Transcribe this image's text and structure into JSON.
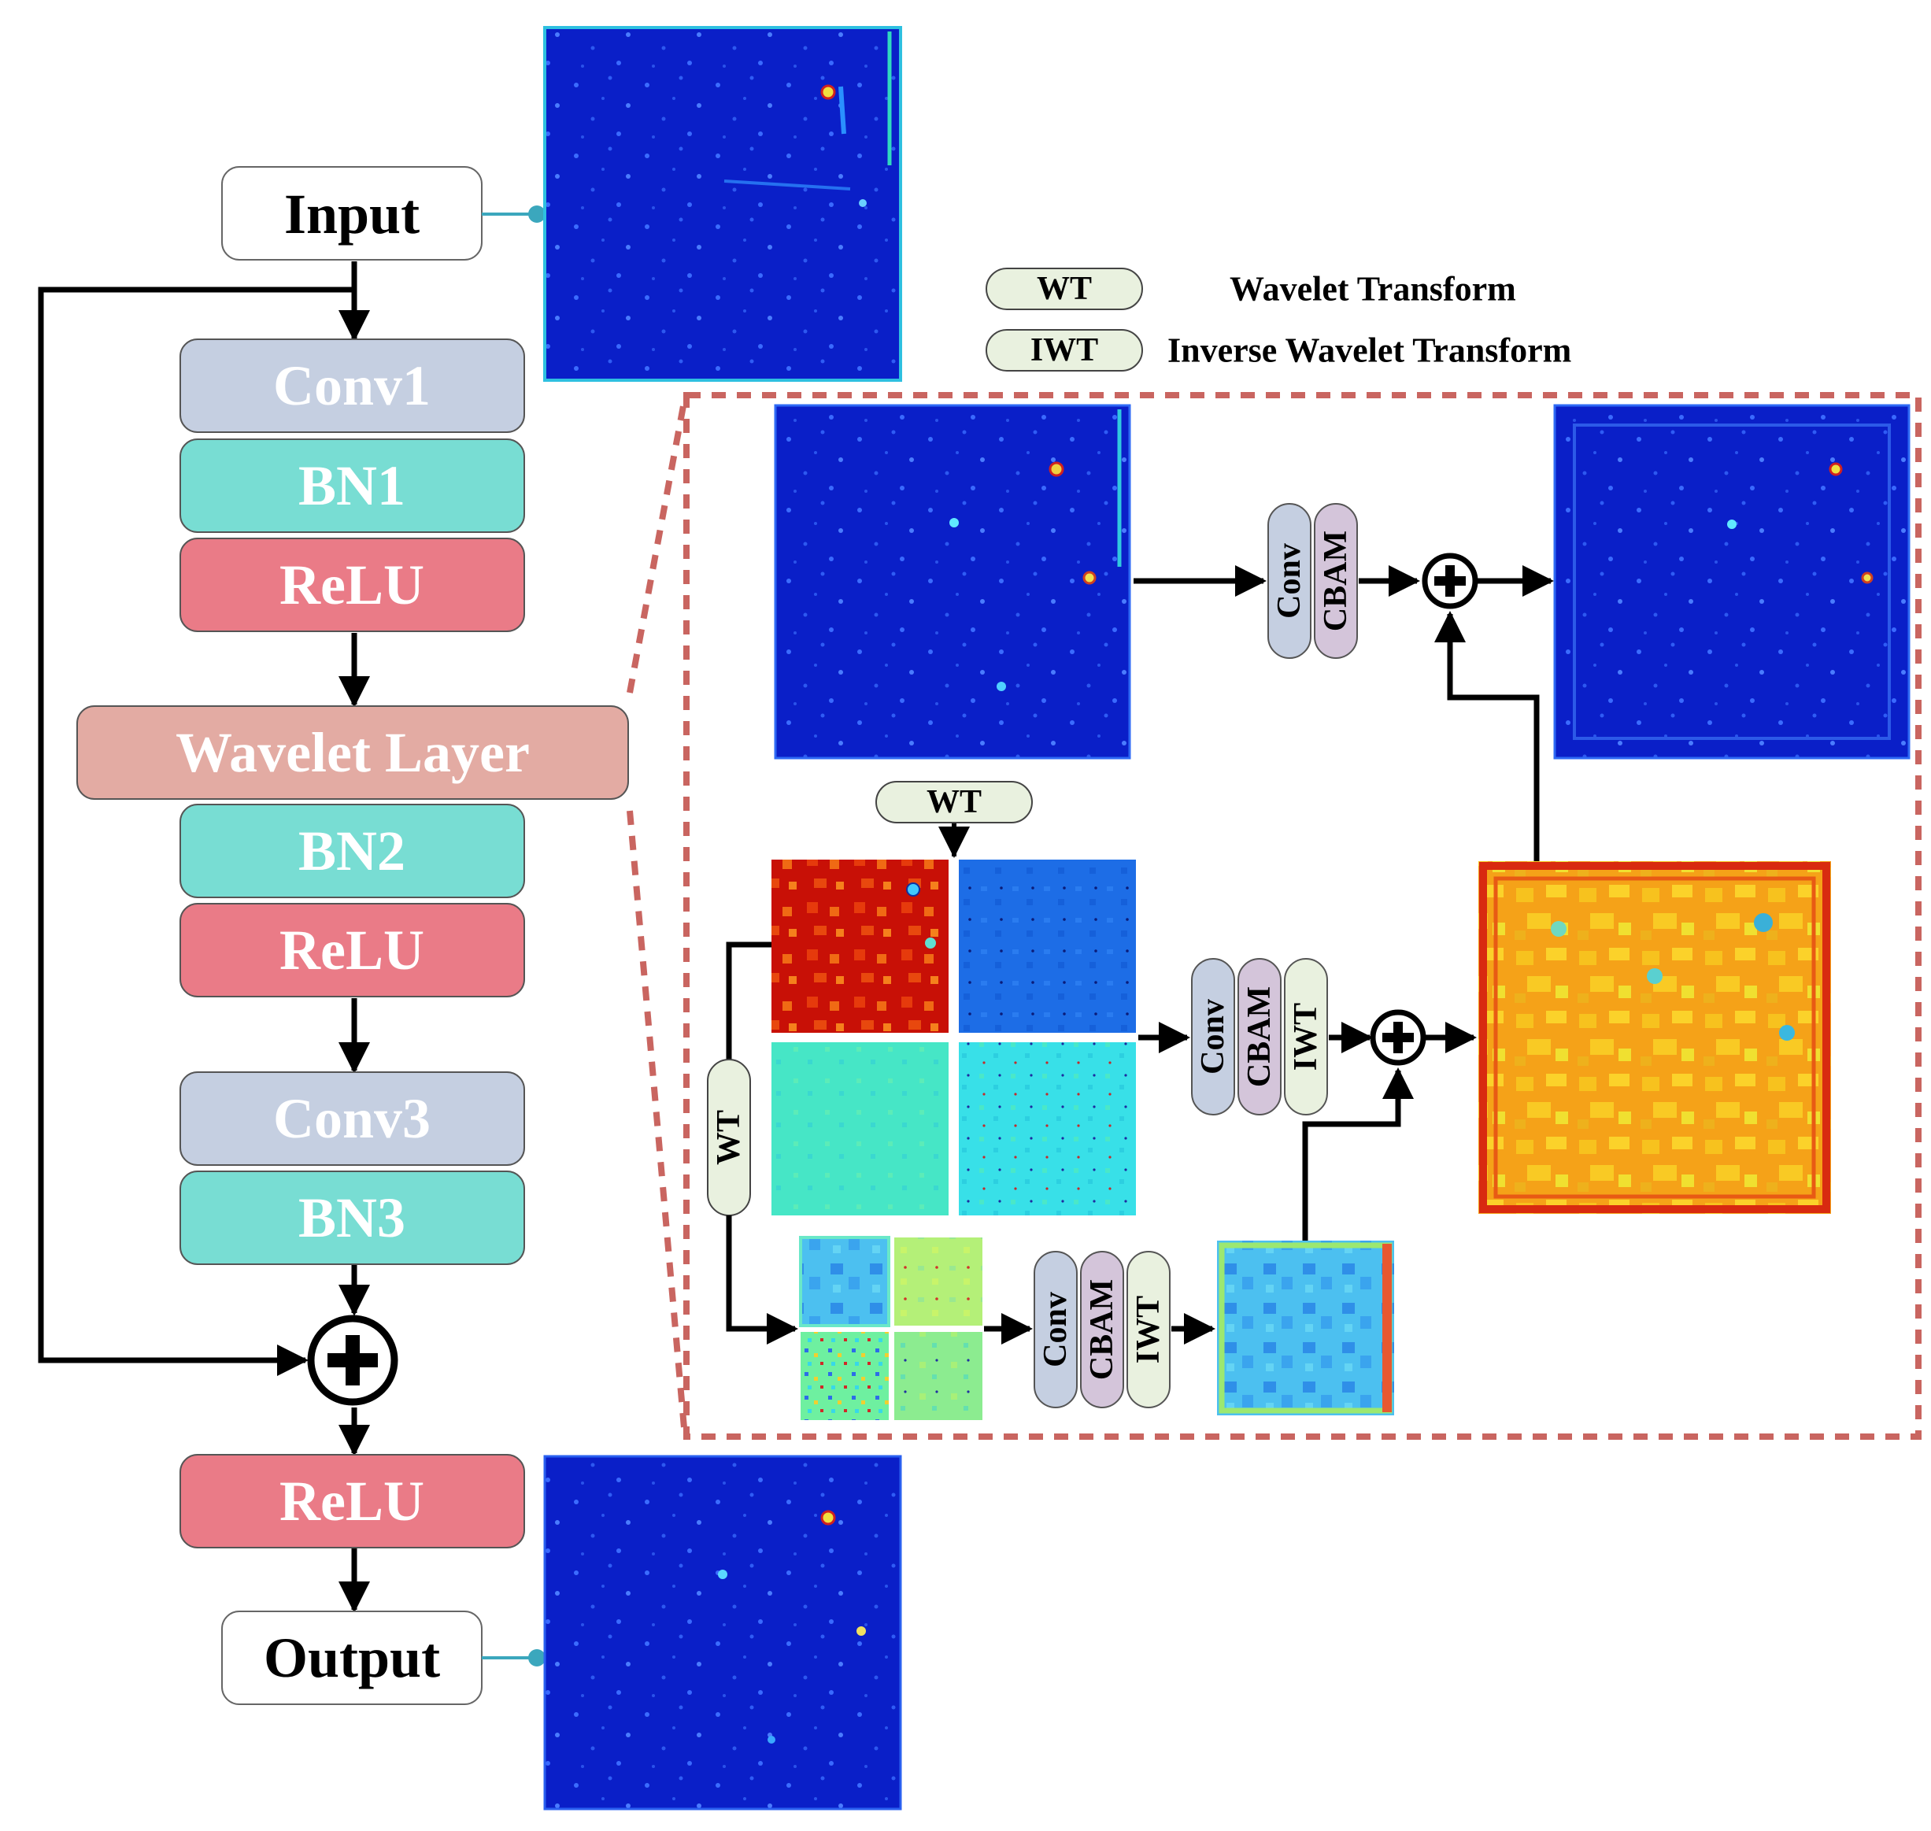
{
  "main_flow": {
    "input": "Input",
    "conv1": "Conv1",
    "bn1": "BN1",
    "relu1": "ReLU",
    "wavelet_layer": "Wavelet Layer",
    "bn2": "BN2",
    "relu2": "ReLU",
    "conv3": "Conv3",
    "bn3": "BN3",
    "relu3": "ReLU",
    "output": "Output"
  },
  "legend": {
    "wt_abbr": "WT",
    "wt_full": "Wavelet Transform",
    "iwt_abbr": "IWT",
    "iwt_full": "Inverse Wavelet Transform"
  },
  "detail": {
    "top_conv": "Conv",
    "top_cbam": "CBAM",
    "wt_down": "WT",
    "mid_conv": "Conv",
    "mid_cbam": "CBAM",
    "mid_iwt": "IWT",
    "wt_side": "WT",
    "low_conv": "Conv",
    "low_cbam": "CBAM",
    "low_iwt": "IWT"
  },
  "colors": {
    "conv": "#c5cfe1",
    "bn": "#78ddd3",
    "relu": "#ea7b87",
    "wavelet": "#e3aba3",
    "pill": "#e9f1df",
    "cbam": "#d4c5da",
    "dashed": "#c96560",
    "heat_blue": "#0a1fc8",
    "heat_red": "#c81006",
    "heat_orange": "#f5a218",
    "heat_cyan": "#3edbe8"
  }
}
